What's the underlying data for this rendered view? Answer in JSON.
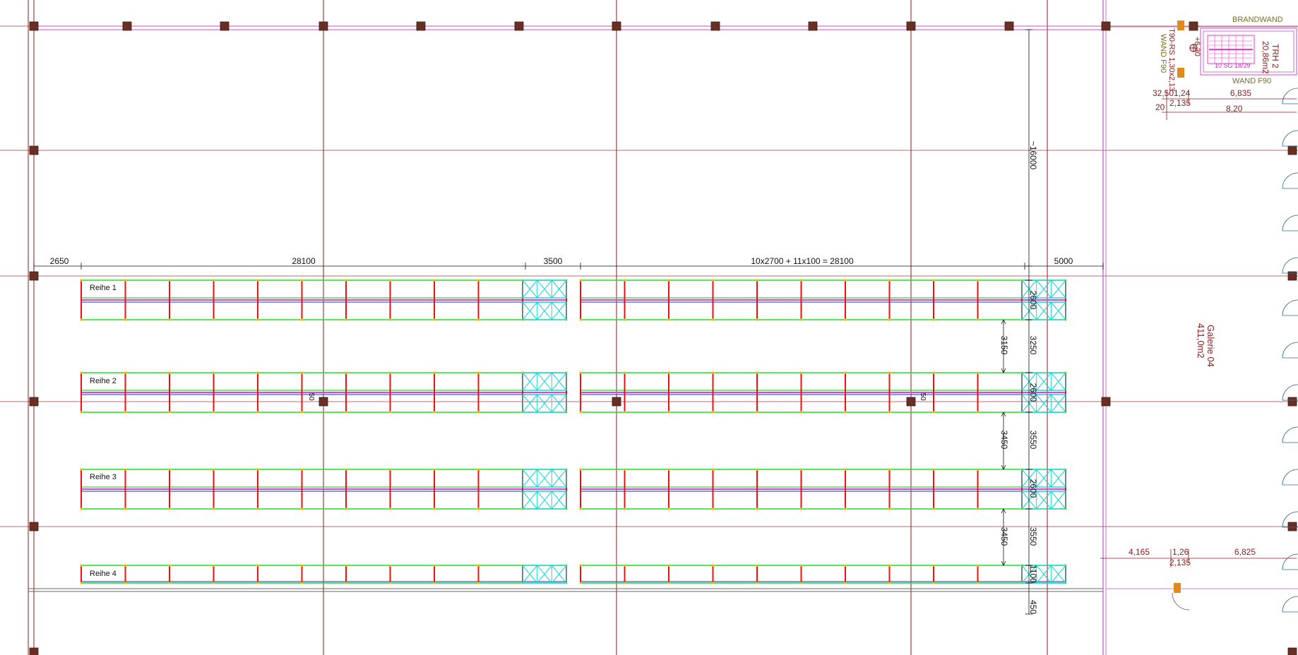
{
  "colors": {
    "grid": "#8b1a1a",
    "wall": "#c84fc8",
    "rack_frame": "#22dd22",
    "rack_upright": "#ee1111",
    "rack_beam_blue": "#3f5ad0",
    "rack_beam_magenta": "#e040e0",
    "cross_brace": "#11d8d8",
    "column": "#6a2e22",
    "door": "#e08a1e",
    "stair": "#ff33cc",
    "dimension": "#111111"
  },
  "icons": {
    "column": "column-square-icon",
    "door": "door-swing-icon",
    "level_marker": "level-marker-icon"
  },
  "dimensions": {
    "top": {
      "left_margin": "2650",
      "block1_length": "28100",
      "aisle_gap": "3500",
      "block2_length": "10x2700 + 11x100 = 28100",
      "right_margin": "5000"
    },
    "vertical": {
      "clearance_top": "~16000",
      "rack1_depth": "2600",
      "spacing_1_2": "3250",
      "aisle_1_2": "3150",
      "rack2_depth": "2600",
      "spacing_2_3": "3550",
      "aisle_2_3": "3450",
      "rack3_depth": "2600",
      "spacing_3_4": "3550",
      "aisle_3_4": "3450",
      "rack4_depth": "1100",
      "bottom_clearance": "450"
    },
    "column_offset": "50"
  },
  "rows": [
    {
      "label": "Reihe 1"
    },
    {
      "label": "Reihe 2"
    },
    {
      "label": "Reihe 3"
    },
    {
      "label": "Reihe 4"
    }
  ],
  "annex": {
    "firewall_label": "BRANDWAND",
    "stair_room": "TRH 2",
    "stair_area": "20,86m2",
    "wall_f90_top": "WAND F90",
    "wall_f90_left": "WAND F90",
    "door_spec": "T90-RS 1,30x2,13",
    "level": "+6,30",
    "stair_steps": "10 SG 18/29",
    "dims_top": {
      "a": "32,50",
      "b": "1,24",
      "c": "2,135",
      "d": "6,835",
      "e": "20",
      "f": "8,20"
    },
    "gallery_name": "Galerie 04",
    "gallery_area": "411,0m2",
    "dims_bottom": {
      "a": "4,165",
      "b": "1,26",
      "c": "2,135",
      "d": "6,825"
    }
  }
}
